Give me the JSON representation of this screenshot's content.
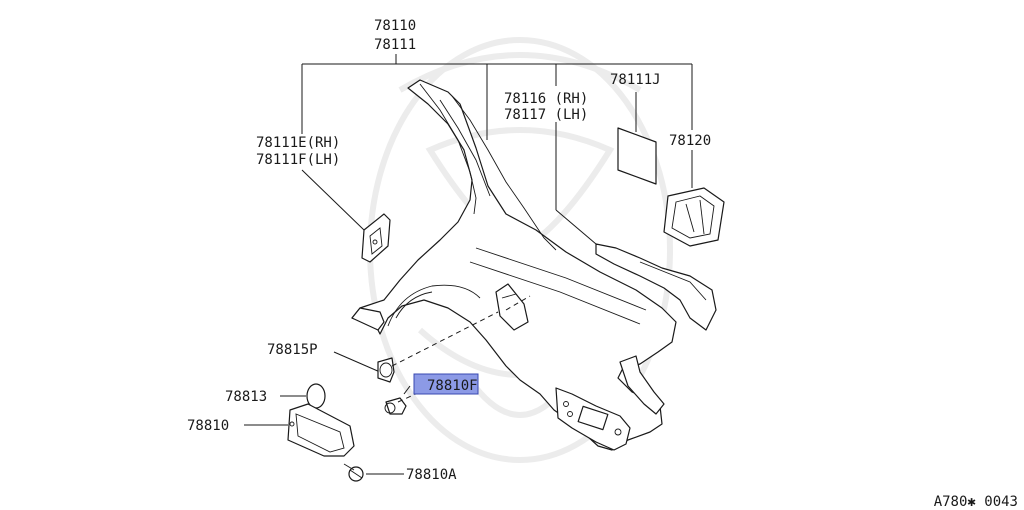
{
  "labels": {
    "l78110": "78110",
    "l78111": "78111",
    "l78116": "78116 (RH)",
    "l78117": "78117 (LH)",
    "l78111J": "78111J",
    "l78120": "78120",
    "l78111E": "78111E(RH)",
    "l78111F": "78111F(LH)",
    "l78815P": "78815P",
    "l78810F": "78810F",
    "l78813": "78813",
    "l78810": "78810",
    "l78810A": "78810A"
  },
  "footer": {
    "code": "A780✱ 0043"
  },
  "highlight": {
    "part": "78810F",
    "color": "#8c9ae6"
  }
}
